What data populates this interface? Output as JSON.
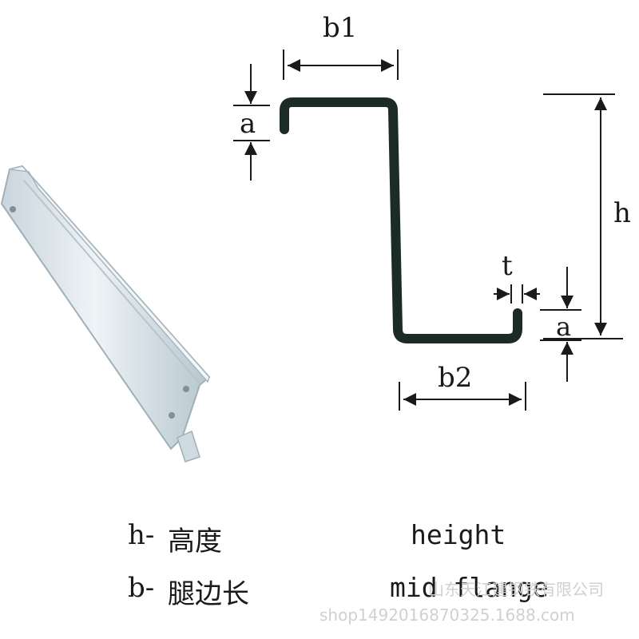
{
  "diagram": {
    "labels": {
      "b1": "b1",
      "a_top": "a",
      "h": "h",
      "t": "t",
      "a_bottom": "a",
      "b2": "b2"
    }
  },
  "legend": [
    {
      "symbol": "h-",
      "zh": "高度",
      "en": "height"
    },
    {
      "symbol": "b-",
      "zh": "腿边长",
      "en": "mid flange"
    }
  ],
  "watermark": {
    "company": "山东天江建钢铁有限公司",
    "shop": "shop1492016870325.1688.com"
  },
  "colors": {
    "profile": "#1c2b28",
    "photo_metal": "#dde6ec",
    "photo_edge": "#9fb0b8",
    "watermark": "#d0d0d0"
  }
}
